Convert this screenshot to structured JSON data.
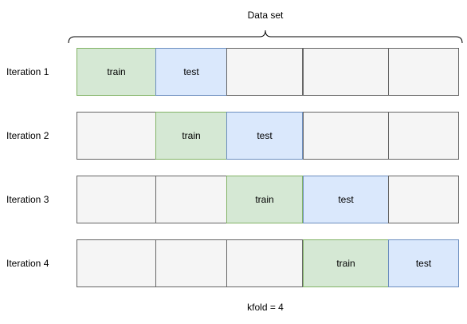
{
  "diagram": {
    "title": "Data set",
    "footer": "kfold = 4",
    "colors": {
      "train_fill": "#d5e8d4",
      "train_stroke": "#82b366",
      "test_fill": "#dae8fc",
      "test_stroke": "#6c8ebf",
      "empty_fill": "#f5f5f5",
      "empty_stroke": "#666666"
    },
    "iterations": [
      {
        "label": "Iteration 1",
        "cells": [
          {
            "role": "train",
            "text": "train"
          },
          {
            "role": "test",
            "text": "test"
          },
          {
            "role": "empty",
            "text": ""
          },
          {
            "role": "empty",
            "text": ""
          },
          {
            "role": "empty",
            "text": ""
          }
        ]
      },
      {
        "label": "Iteration 2",
        "cells": [
          {
            "role": "empty",
            "text": ""
          },
          {
            "role": "train",
            "text": "train"
          },
          {
            "role": "test",
            "text": "test"
          },
          {
            "role": "empty",
            "text": ""
          },
          {
            "role": "empty",
            "text": ""
          }
        ]
      },
      {
        "label": "Iteration 3",
        "cells": [
          {
            "role": "empty",
            "text": ""
          },
          {
            "role": "empty",
            "text": ""
          },
          {
            "role": "train",
            "text": "train"
          },
          {
            "role": "test",
            "text": "test"
          },
          {
            "role": "empty",
            "text": ""
          }
        ]
      },
      {
        "label": "Iteration 4",
        "cells": [
          {
            "role": "empty",
            "text": ""
          },
          {
            "role": "empty",
            "text": ""
          },
          {
            "role": "empty",
            "text": ""
          },
          {
            "role": "train",
            "text": "train"
          },
          {
            "role": "test",
            "text": "test"
          }
        ]
      }
    ]
  }
}
